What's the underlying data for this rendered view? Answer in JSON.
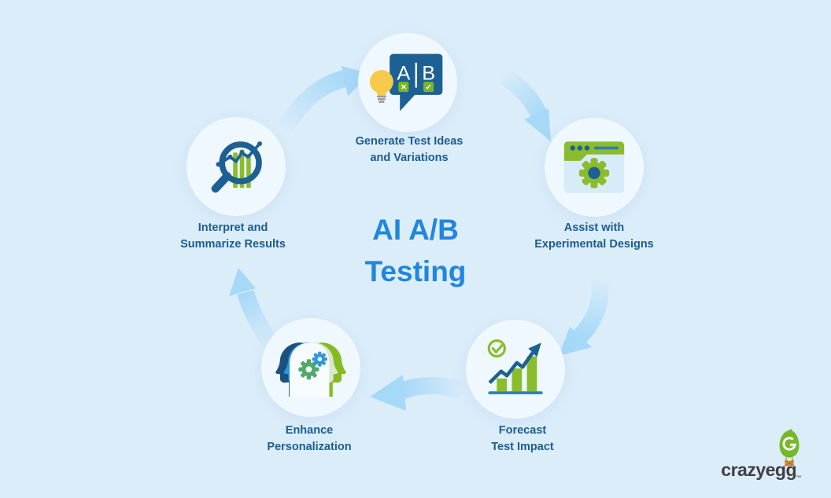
{
  "title": {
    "line1": "AI A/B",
    "line2": "Testing"
  },
  "nodes": {
    "generate": {
      "line1": "Generate Test Ideas",
      "line2": "and Variations"
    },
    "assist": {
      "line1": "Assist with",
      "line2": "Experimental Designs"
    },
    "forecast": {
      "line1": "Forecast",
      "line2": "Test Impact"
    },
    "enhance": {
      "line1": "Enhance",
      "line2": "Personalization"
    },
    "interpret": {
      "line1": "Interpret and",
      "line2": "Summarize Results"
    }
  },
  "icons": {
    "ab_bubble": {
      "a": "A",
      "b": "B",
      "a_mark": "✕",
      "b_mark": "✓"
    }
  },
  "logo": {
    "text": "crazyegg",
    "tm": "™"
  },
  "colors": {
    "background": "#dcedfa",
    "node_circle": "#eff8fe",
    "label_dark_blue": "#1c5d8f",
    "title_blue": "#2186dd",
    "icon_dark_blue": "#1d6093",
    "icon_green": "#8abc2e",
    "arrow_light_blue": "#a6d8f7",
    "bulb_yellow": "#f7c94b",
    "logo_gray": "#3f3f42",
    "logo_green": "#76b82a"
  }
}
